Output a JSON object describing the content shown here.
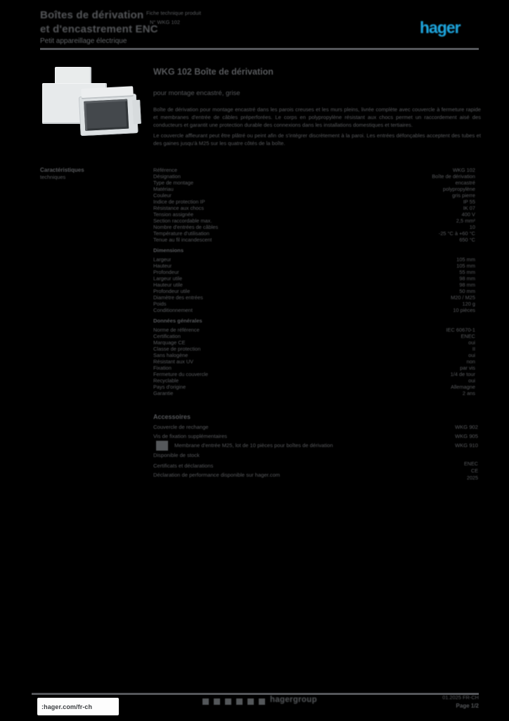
{
  "header": {
    "title_line1": "Boîtes de dérivation",
    "title_line2": "et d'encastrement ENC",
    "title_line3": "Petit appareillage électrique",
    "ref_line1": "Fiche technique produit",
    "ref_line2": "N° WKG 102",
    "logo_text": "hager",
    "brand_color": "#1ea7e0"
  },
  "product": {
    "image_alt": "junction-box-with-cover",
    "name": "WKG 102 Boîte de dérivation",
    "subtitle": "pour montage encastré, grise",
    "description_p1": "Boîte de dérivation pour montage encastré dans les parois creuses et les murs pleins, livrée complète avec couvercle à fermeture rapide et membranes d'entrée de câbles préperforées. Le corps en polypropylène résistant aux chocs permet un raccordement aisé des conducteurs et garantit une protection durable des connexions dans les installations domestiques et tertiaires.",
    "description_p2": "Le couvercle affleurant peut être plâtré ou peint afin de s'intégrer discrètement à la paroi. Les entrées défonçables acceptent des tubes et des gaines jusqu'à M25 sur les quatre côtés de la boîte."
  },
  "characteristics": {
    "label_line1": "Caractéristiques",
    "label_line2": "techniques",
    "groups": [
      {
        "header": null,
        "rows": [
          {
            "label": "Référence",
            "value": "WKG 102"
          },
          {
            "label": "Désignation",
            "value": "Boîte de dérivation"
          },
          {
            "label": "Type de montage",
            "value": "encastré"
          },
          {
            "label": "Matériau",
            "value": "polypropylène"
          },
          {
            "label": "Couleur",
            "value": "gris pierre"
          },
          {
            "label": "Indice de protection IP",
            "value": "IP 55"
          },
          {
            "label": "Résistance aux chocs",
            "value": "IK 07"
          },
          {
            "label": "Tension assignée",
            "value": "400 V"
          },
          {
            "label": "Section raccordable max.",
            "value": "2,5 mm²"
          },
          {
            "label": "Nombre d'entrées de câbles",
            "value": "10"
          },
          {
            "label": "Température d'utilisation",
            "value": "-25 °C à +60 °C"
          },
          {
            "label": "Tenue au fil incandescent",
            "value": "650 °C"
          }
        ]
      },
      {
        "header": "Dimensions",
        "rows": [
          {
            "label": "Largeur",
            "value": "105 mm"
          },
          {
            "label": "Hauteur",
            "value": "105 mm"
          },
          {
            "label": "Profondeur",
            "value": "55 mm"
          },
          {
            "label": "Largeur utile",
            "value": "98 mm"
          },
          {
            "label": "Hauteur utile",
            "value": "98 mm"
          },
          {
            "label": "Profondeur utile",
            "value": "50 mm"
          },
          {
            "label": "Diamètre des entrées",
            "value": "M20 / M25"
          },
          {
            "label": "Poids",
            "value": "120 g"
          },
          {
            "label": "Conditionnement",
            "value": "10 pièces"
          }
        ]
      },
      {
        "header": "Données générales",
        "rows": [
          {
            "label": "Norme de référence",
            "value": "IEC 60670-1"
          },
          {
            "label": "Certification",
            "value": "ENEC"
          },
          {
            "label": "Marquage CE",
            "value": "oui"
          },
          {
            "label": "Classe de protection",
            "value": "II"
          },
          {
            "label": "Sans halogène",
            "value": "oui"
          },
          {
            "label": "Résistant aux UV",
            "value": "non"
          },
          {
            "label": "Fixation",
            "value": "par vis"
          },
          {
            "label": "Fermeture du couvercle",
            "value": "1/4 de tour"
          },
          {
            "label": "Recyclable",
            "value": "oui"
          },
          {
            "label": "Pays d'origine",
            "value": "Allemagne"
          },
          {
            "label": "Garantie",
            "value": "2 ans"
          }
        ]
      }
    ]
  },
  "bottom": {
    "heading": "Accessoires",
    "rows": [
      {
        "label": "Couvercle de rechange",
        "value": "WKG 902"
      },
      {
        "label": "Vis de fixation supplémentaires",
        "value": "WKG 905"
      },
      {
        "label": "Membrane d'entrée M25, lot de 10 pièces pour boîtes de dérivation",
        "value": "WKG 910"
      },
      {
        "label": "Disponible de stock",
        "value": ""
      },
      {
        "label": "Certificats et déclarations",
        "value": ""
      },
      {
        "label": "Déclaration de performance disponible sur hager.com",
        "value": ""
      }
    ],
    "cert_lines": [
      "ENEC",
      "CE",
      "2025"
    ]
  },
  "footer": {
    "link_label": ":hager.com/fr-ch",
    "social_icons": [
      "facebook-icon",
      "twitter-icon",
      "youtube-icon",
      "linkedin-icon",
      "instagram-icon",
      "pinterest-icon"
    ],
    "group_label": "hagergroup",
    "right_line1": "01.2025 FR-CH",
    "right_line2": "Page 1/2"
  }
}
